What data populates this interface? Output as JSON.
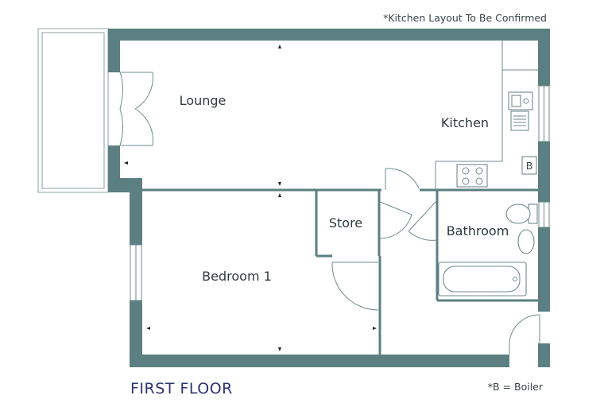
{
  "header": {
    "kitchen_note": "*Kitchen Layout To Be Confirmed"
  },
  "rooms": {
    "lounge": "Lounge",
    "kitchen": "Kitchen",
    "store": "Store",
    "bathroom": "Bathroom",
    "bedroom1": "Bedroom 1"
  },
  "boiler_mark": "B",
  "footer": {
    "floor_title": "FIRST FLOOR",
    "boiler_note": "*B = Boiler"
  },
  "colors": {
    "wall": "#5c7f82",
    "title": "#2e3470",
    "text": "#2e3b3e"
  }
}
